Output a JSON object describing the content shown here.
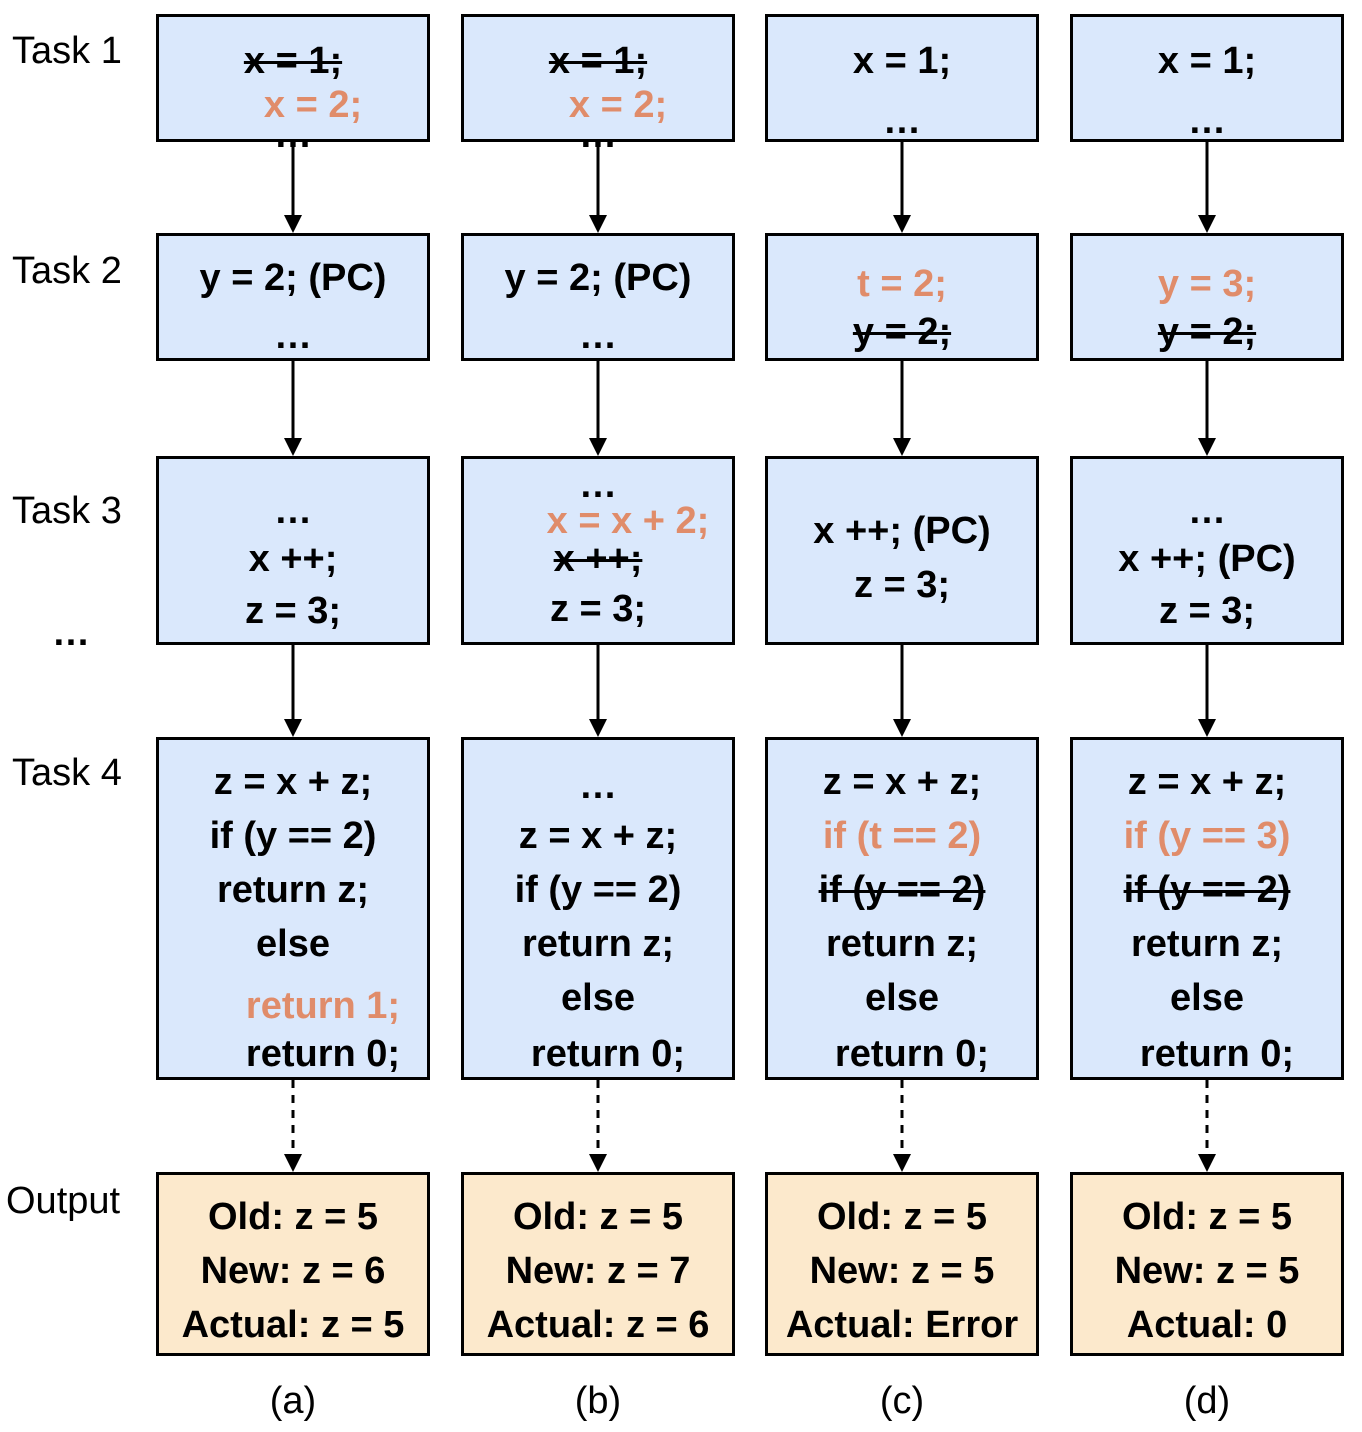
{
  "row_labels": {
    "task1": "Task 1",
    "task2": "Task 2",
    "task3": "Task 3",
    "ellipsis": "…",
    "task4": "Task 4",
    "output": "Output"
  },
  "columns": [
    {
      "caption": "(a)",
      "task1": [
        "x = 1;",
        "x = 2;",
        "…"
      ],
      "task2": [
        "y = 2; (PC)",
        "…"
      ],
      "task3": [
        "…",
        "x ++;",
        "z = 3;"
      ],
      "task4": [
        "z = x + z;",
        "if (y == 2)",
        "return z;",
        "else",
        "return 1;",
        "return 0;"
      ],
      "output": [
        "Old: z = 5",
        "New: z = 6",
        "Actual: z = 5"
      ]
    },
    {
      "caption": "(b)",
      "task1": [
        "x = 1;",
        "x = 2;",
        "…"
      ],
      "task2": [
        "y = 2; (PC)",
        "…"
      ],
      "task3": [
        "…",
        "x = x + 2;",
        "x ++;",
        "z = 3;"
      ],
      "task4": [
        "…",
        "z = x + z;",
        "if (y == 2)",
        "return z;",
        "else",
        "return 0;"
      ],
      "output": [
        "Old: z = 5",
        "New: z = 7",
        "Actual: z = 6"
      ]
    },
    {
      "caption": "(c)",
      "task1": [
        "x = 1;",
        "…"
      ],
      "task2": [
        "t = 2;",
        "y = 2;"
      ],
      "task3": [
        "x ++; (PC)",
        "z = 3;"
      ],
      "task4": [
        "z = x + z;",
        "if (t == 2)",
        "if (y == 2)",
        "return z;",
        "else",
        "return 0;"
      ],
      "output": [
        "Old: z = 5",
        "New: z = 5",
        "Actual: Error"
      ]
    },
    {
      "caption": "(d)",
      "task1": [
        "x = 1;",
        "…"
      ],
      "task2": [
        "y = 3;",
        "y = 2;"
      ],
      "task3": [
        "…",
        "x ++; (PC)",
        "z = 3;"
      ],
      "task4": [
        "z = x + z;",
        "if (y == 3)",
        "if (y == 2)",
        "return z;",
        "else",
        "return 0;"
      ],
      "output": [
        "Old: z = 5",
        "New: z = 5",
        "Actual: 0"
      ]
    }
  ],
  "colors": {
    "box_fill": "#dae8fc",
    "output_fill": "#fce9cc",
    "edit_text": "#e08c6a",
    "border": "#000000"
  }
}
